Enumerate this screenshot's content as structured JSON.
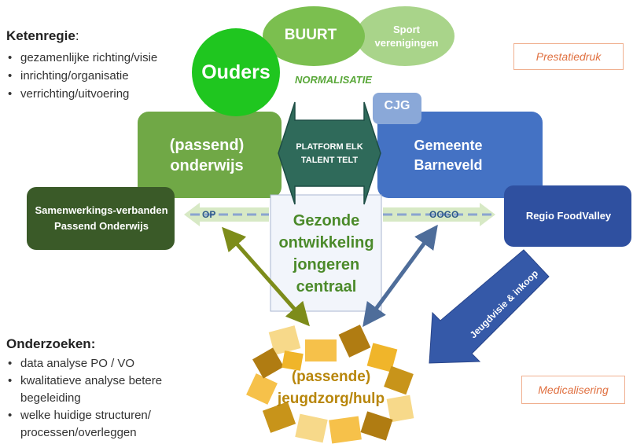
{
  "ketenregie": {
    "title": "Ketenregie",
    "items": [
      "gezamenlijke richting/visie",
      "inrichting/organisatie",
      "verrichting/uitvoering"
    ]
  },
  "onderzoeken": {
    "title": "Onderzoeken:",
    "items": [
      "data analyse PO / VO",
      "kwalitatieve analyse betere begeleiding",
      "welke huidige structuren/ processen/overleggen"
    ]
  },
  "nodes": {
    "buurt": "BUURT",
    "sport": "Sport verenigingen",
    "ouders": "Ouders",
    "normalisatie": "NORMALISATIE",
    "cjg": "CJG",
    "onderwijs": "(passend) onderwijs",
    "platform": "PLATFORM ELK TALENT TELT",
    "gemeente": "Gemeente Barneveld",
    "samenwerking": "Samenwerkings-verbanden Passend Onderwijs",
    "regio": "Regio FoodValley",
    "centre": "Gezonde ontwikkeling jongeren centraal",
    "jeugdzorg": "(passende) jeugdzorg/hulp"
  },
  "arrows": {
    "op": "OP",
    "oogo": "OOGO",
    "jeugdvisie": "Jeugdvisie & inkoop"
  },
  "tags": {
    "prestatiedruk": "Prestatiedruk",
    "medicalisering": "Medicalisering"
  },
  "colors": {
    "green_dark": "#3f5f2a",
    "green_mid": "#70a846",
    "green_bright": "#22c422",
    "green_light": "#8dc466",
    "blue": "#4472c4",
    "blue_dark": "#2f4f9a",
    "blue_light": "#8aa8d8",
    "gold": "#c8941a",
    "gold_light": "#f0cf70",
    "brown": "#a77d12",
    "orange_text": "#e07040"
  }
}
